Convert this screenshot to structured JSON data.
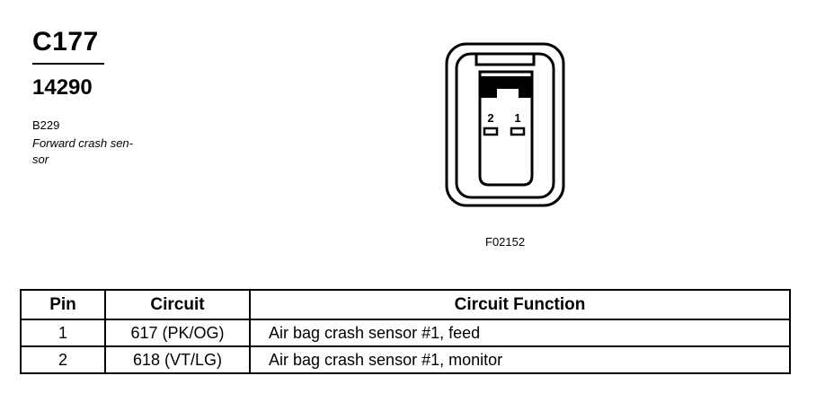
{
  "header": {
    "connector_id": "C177",
    "part_number": "14290",
    "component_code": "B229",
    "component_description": "Forward crash sen-\nsor"
  },
  "diagram": {
    "pin_labels": [
      "2",
      "1"
    ],
    "figure_id": "F02152"
  },
  "table": {
    "headers": [
      "Pin",
      "Circuit",
      "Circuit Function"
    ],
    "rows": [
      {
        "pin": "1",
        "circuit": "617 (PK/OG)",
        "function": "Air bag crash sensor #1, feed"
      },
      {
        "pin": "2",
        "circuit": "618 (VT/LG)",
        "function": "Air bag crash sensor #1, monitor"
      }
    ]
  }
}
